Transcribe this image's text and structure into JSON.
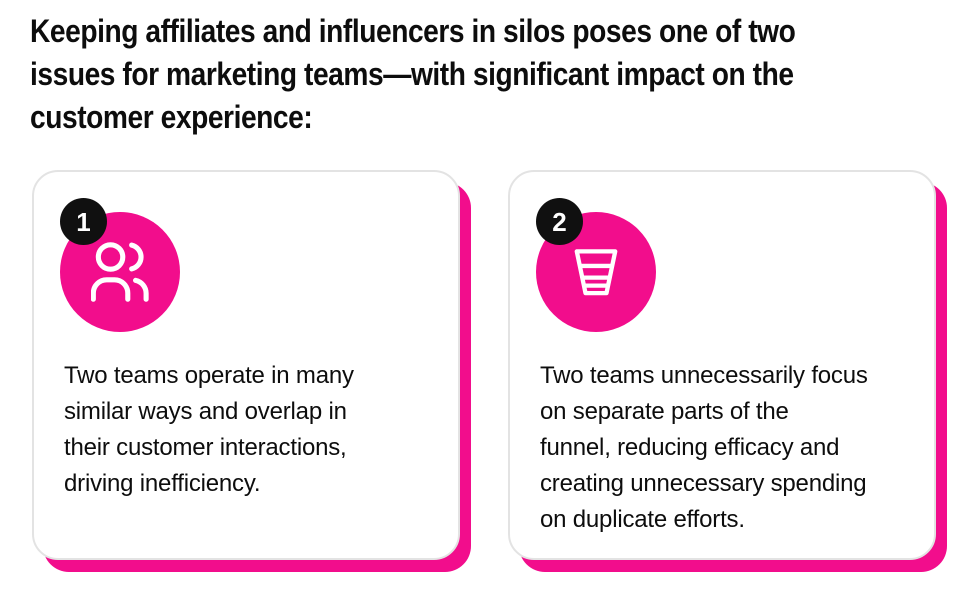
{
  "colors": {
    "background": "#ffffff",
    "accent-pink": "#f20d8c",
    "badge-black": "#101010",
    "card-border": "#e3e3e3",
    "card-bg": "#ffffff",
    "text": "#0d0d0d",
    "icon-stroke": "#ffffff"
  },
  "heading": {
    "lines": [
      "Keeping affiliates and influencers in silos poses one of two",
      "issues for marketing teams—with significant impact on the",
      "customer experience:"
    ]
  },
  "cards": [
    {
      "number": "1",
      "icon": "users-icon",
      "text_lines": [
        "Two teams operate in many",
        "similar ways and overlap in",
        "their customer interactions,",
        "driving inefficiency."
      ]
    },
    {
      "number": "2",
      "icon": "funnel-icon",
      "text_lines": [
        "Two teams unnecessarily focus",
        "on separate parts of the",
        "funnel, reducing efficacy and",
        "creating unnecessary spending",
        "on duplicate efforts."
      ]
    }
  ]
}
